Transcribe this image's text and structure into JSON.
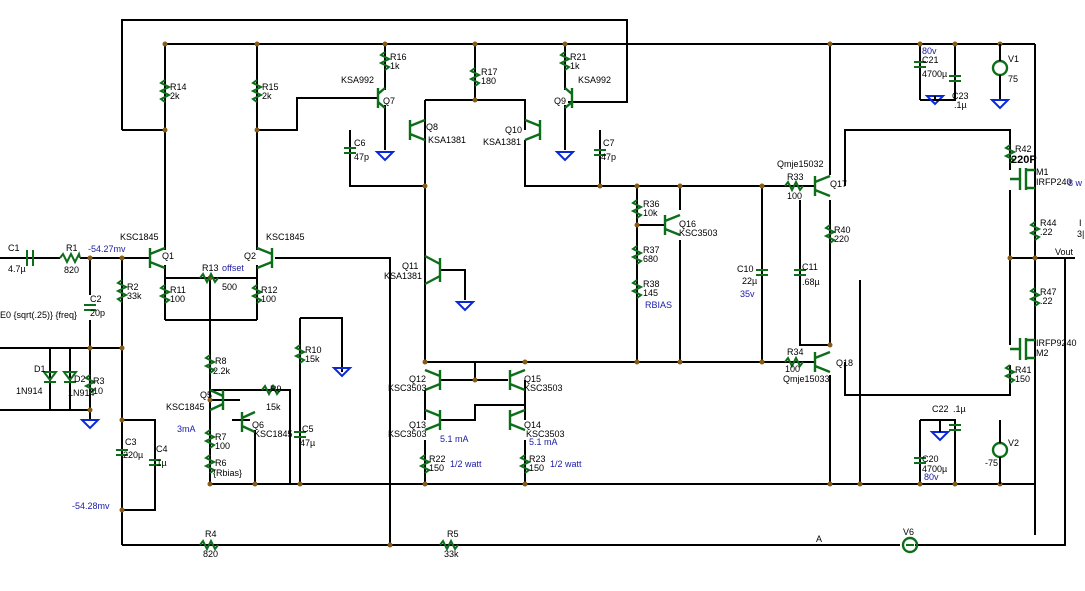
{
  "labels": {
    "C1": "C1",
    "C1_val": "4.7µ",
    "R1": "R1",
    "R1_val": "820",
    "node_in_mv": "-54.27mv",
    "source_E0": "E0 {sqrt(.25)} {freq}",
    "C2": "C2",
    "C2_val": "20p",
    "D1": "D1",
    "D1_val": "1N914",
    "D2": "D2",
    "D2_val": "1N914",
    "R3": "R3",
    "R3_val": "10",
    "R2": "R2",
    "R2_val": "33k",
    "C3": "C3",
    "C3_val": "220µ",
    "C4": "C4",
    "C4_val": ".1µ",
    "node_fb_mv": "-54.28mv",
    "R4": "R4",
    "R4_val": "820",
    "R5": "R5",
    "R5_val": "33k",
    "Q1_type": "KSC1845",
    "Q1": "Q1",
    "Q2_type": "KSC1845",
    "Q2": "Q2",
    "R14": "R14",
    "R14_val": "2k",
    "R15": "R15",
    "R15_val": "2k",
    "R11": "R11",
    "R11_val": "100",
    "R12": "R12",
    "R12_val": "100",
    "R13": "R13",
    "R13_tag": "offset",
    "R13_val": "500",
    "R8": "R8",
    "R8_val": "2.2k",
    "Q5": "Q5",
    "Q5_type": "KSC1845",
    "cur_3mA": "3mA",
    "R9": "R9",
    "R9_val": "15k",
    "Q6": "Q6",
    "Q6_type": "KSC1845",
    "R7": "R7",
    "R7_val": "100",
    "R6": "R6",
    "R6_val": "{Rbias}",
    "R10": "R10",
    "R10_val": "15k",
    "C5": "C5",
    "C5_val": "47µ",
    "Q7_type": "KSA992",
    "Q7": "Q7",
    "R16": "R16",
    "R16_val": "1k",
    "C6": "C6",
    "C6_val": "47p",
    "Q8": "Q8",
    "Q8_type": "KSA1381",
    "R17": "R17",
    "R17_val": "180",
    "R21": "R21",
    "R21_val": "1k",
    "Q9_type": "KSA992",
    "Q9": "Q9",
    "Q10": "Q10",
    "Q10_type": "KSA1381",
    "C7": "C7",
    "C7_val": "47p",
    "Q11": "Q11",
    "Q11_type": "KSA1381",
    "Q12": "Q12",
    "Q12_type": "KSC3503",
    "Q13": "Q13",
    "Q13_type": "KSC3503",
    "Q15": "Q15",
    "Q15_type": "KSC3503",
    "Q14": "Q14",
    "Q14_type": "KSC3503",
    "cur_q13": "5.1 mA",
    "cur_q14": "5.1 mA",
    "R22": "R22",
    "R22_val": "150",
    "R22_note": "1/2 watt",
    "R23": "R23",
    "R23_val": "150",
    "R23_note": "1/2 watt",
    "R36": "R36",
    "R36_val": "10k",
    "R37": "R37",
    "R37_val": "680",
    "R38": "R38",
    "R38_val": "145",
    "rbias_tag": "RBIAS",
    "Q16": "Q16",
    "Q16_type": "KSC3503",
    "C10": "C10",
    "C10_val": "22µ",
    "C10_volt": "35v",
    "R33": "R33",
    "R33_val": "100",
    "Q17_type": "Qmje15032",
    "Q17": "Q17",
    "R34": "R34",
    "R34_val": "100",
    "Q18_type": "Qmje15033",
    "Q18": "Q18",
    "R40": "R40",
    "R40_val": "220",
    "C11": "C11",
    "C11_val": ".68µ",
    "C21": "C21",
    "C21_volt": "80v",
    "C21_val": "4700µ",
    "C23": "C23",
    "C23_val": ".1µ",
    "V1": "V1",
    "V1_val": "75",
    "R42": "R42",
    "R42_val": "220P",
    "M1": "M1",
    "M1_type": "IRFP240",
    "M1_note": "8 w",
    "R44": "R44",
    "R44_val": ".22",
    "R44_note1": "I",
    "R44_note2": "3|",
    "Vout": "Vout",
    "R47": "R47",
    "R47_val": ".22",
    "M2_type": "IRFP9240",
    "M2": "M2",
    "R41": "R41",
    "R41_val": "150",
    "C22": "C22",
    "C22_val": ".1µ",
    "C20": "C20",
    "C20_val": "4700µ",
    "C20_volt": "80v",
    "V2": "V2",
    "V2_val": "-75",
    "V6": "V6",
    "node_A": "A"
  },
  "colors": {
    "wire": "#000000",
    "component": "#0d6e1a",
    "ground": "#0b28d8",
    "annotation": "#1a1aa6",
    "junction": "#8a5a1a"
  }
}
